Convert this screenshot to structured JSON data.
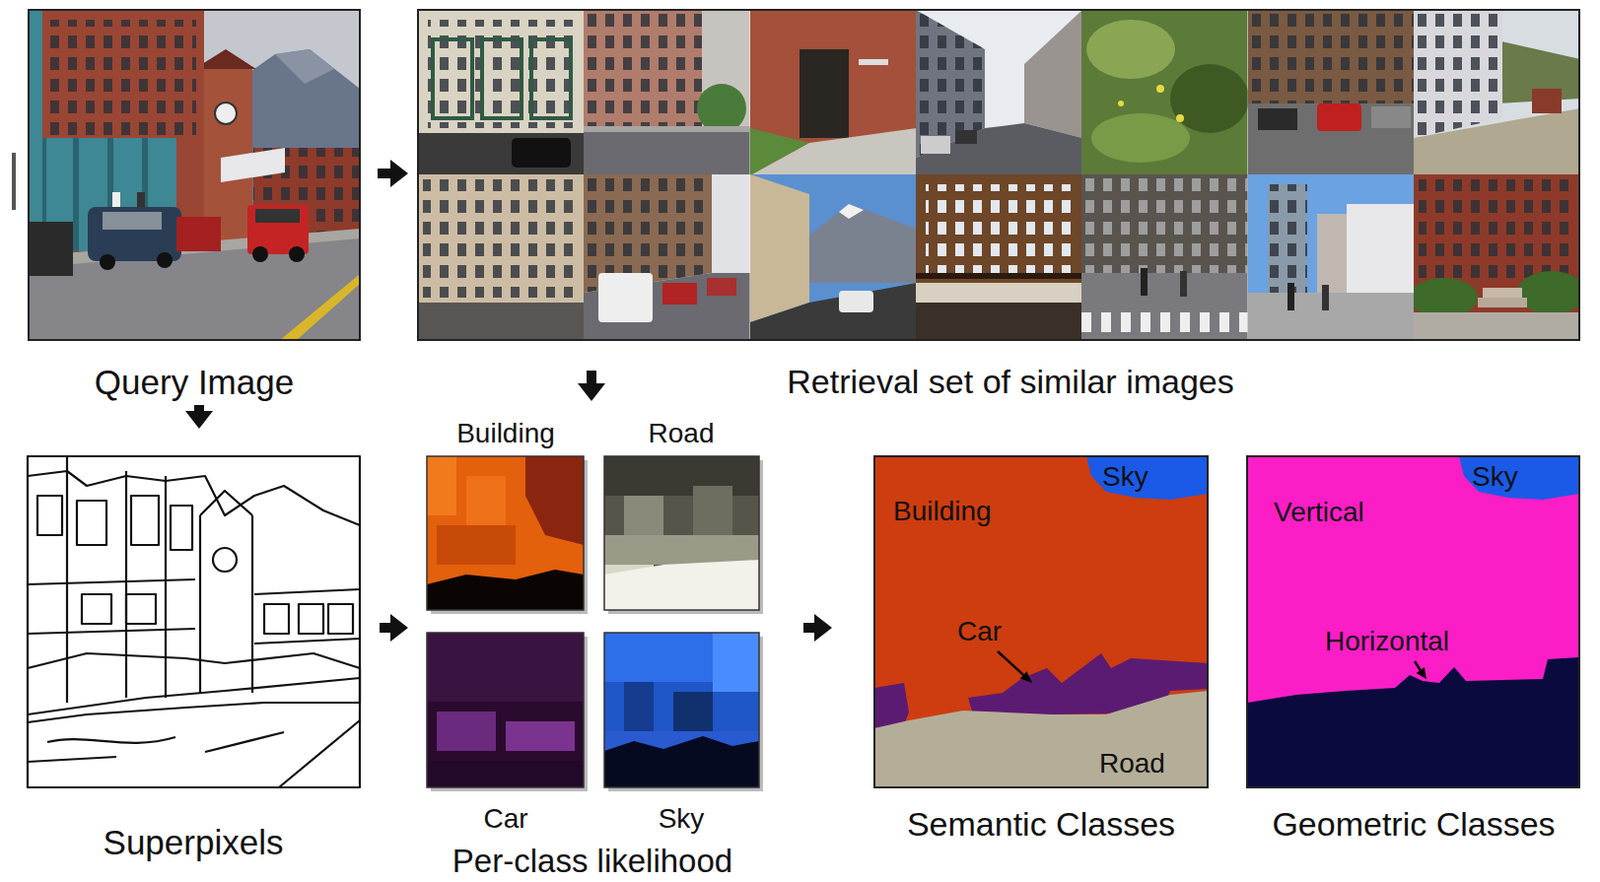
{
  "diagram": {
    "nodes": [
      {
        "text": [
          "Query Image"
        ]
      },
      {
        "text": [
          "Retrieval set of similar images"
        ]
      },
      {
        "text": [
          "Superpixels"
        ]
      },
      {
        "text": [
          "Per-class likelihood"
        ]
      },
      {
        "text": [
          "Building"
        ],
        "in": 3
      },
      {
        "text": [
          "Road"
        ],
        "in": 3
      },
      {
        "text": [
          "Car"
        ],
        "in": 3
      },
      {
        "text": [
          "Sky"
        ],
        "in": 3
      },
      {
        "text": [
          "Sky",
          "Building",
          "Car",
          "Road",
          "Semantic Classes"
        ]
      },
      {
        "text": [
          "Sky",
          "Vertical",
          "Horizontal",
          "Geometric Classes"
        ]
      }
    ],
    "edges": [
      {
        "from": 0,
        "to": 1,
        "arrow": "to"
      },
      {
        "from": 0,
        "to": 2,
        "arrow": "to"
      },
      {
        "from": 1,
        "to": 3,
        "arrow": "to"
      },
      {
        "from": 2,
        "to": 3,
        "arrow": "to"
      },
      {
        "from": 3,
        "to": 8,
        "arrow": "to"
      }
    ]
  }
}
